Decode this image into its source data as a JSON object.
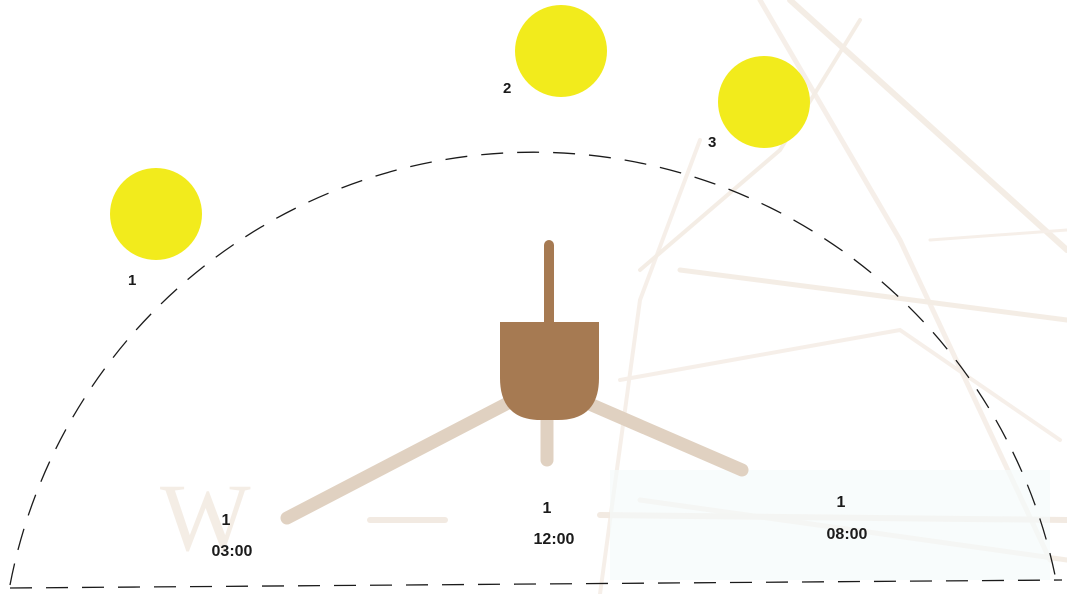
{
  "colors": {
    "sun": "#f2eb1c",
    "gnomon": "#a67a52",
    "shadow": "#e0d1c1",
    "path": "#1b1b1b",
    "watermark": "#f3ebe3",
    "text": "#1b1b1b"
  },
  "sun_positions": [
    {
      "label": "1",
      "icon": "sun-icon"
    },
    {
      "label": "2",
      "icon": "sun-icon"
    },
    {
      "label": "3",
      "icon": "sun-icon"
    }
  ],
  "shadows": [
    {
      "number": "1",
      "time": "03:00"
    },
    {
      "number": "1",
      "time": "12:00"
    },
    {
      "number": "1",
      "time": "08:00"
    }
  ],
  "watermark": {
    "letter": "W"
  }
}
